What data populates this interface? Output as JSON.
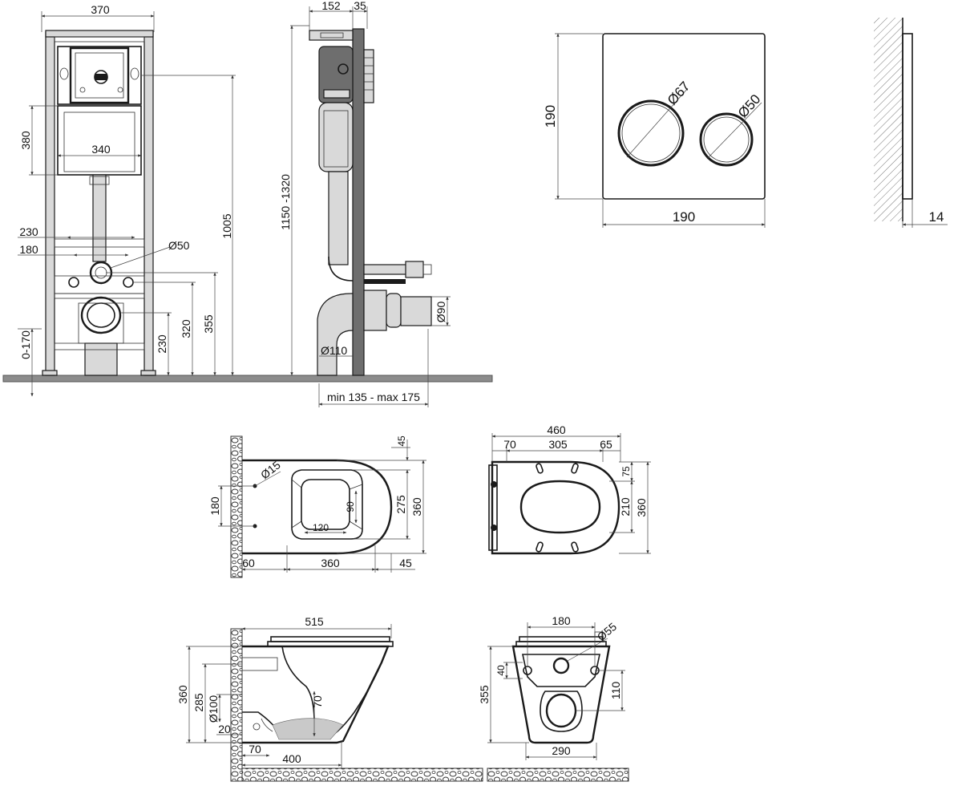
{
  "colors": {
    "line": "#1a1a1a",
    "floor": "#8c8c8c",
    "background": "#ffffff"
  },
  "frame_front": {
    "width": "370",
    "tank_height": "380",
    "tank_width": "340",
    "stud_230": "230",
    "stud_180": "180",
    "pipe_dia": "Ø50",
    "height_1005": "1005",
    "h_355": "355",
    "h_320": "320",
    "h_230": "230",
    "leg_adjust": "0-170"
  },
  "frame_side": {
    "depth_152": "152",
    "depth_35": "35",
    "height_range": "1150 -1320",
    "drain_dia": "Ø110",
    "outlet_dia": "Ø90",
    "wall_depth": "min 135 - max 175"
  },
  "flush_plate": {
    "height": "190",
    "width": "190",
    "big_button": "Ø67",
    "small_button": "Ø50",
    "thickness": "14"
  },
  "bowl_top": {
    "back_45": "45",
    "hole_dia": "Ø15",
    "hole_spacing": "180",
    "inner_90": "90",
    "inner_120": "120",
    "h_275": "275",
    "h_360": "360",
    "offset_60": "60",
    "length_360": "360",
    "front_45": "45"
  },
  "seat_top": {
    "width": "460",
    "d70": "70",
    "d305": "305",
    "d65": "65",
    "d75": "75",
    "d210": "210",
    "d360": "360"
  },
  "bowl_side": {
    "length": "515",
    "height": "360",
    "d285": "285",
    "d100": "Ø100",
    "d20": "20",
    "d70_v": "70",
    "d70_h": "70",
    "d400": "400"
  },
  "bowl_back": {
    "stud_spacing": "180",
    "hole_dia": "Ø55",
    "d40": "40",
    "height": "355",
    "d110": "110",
    "width": "290"
  }
}
